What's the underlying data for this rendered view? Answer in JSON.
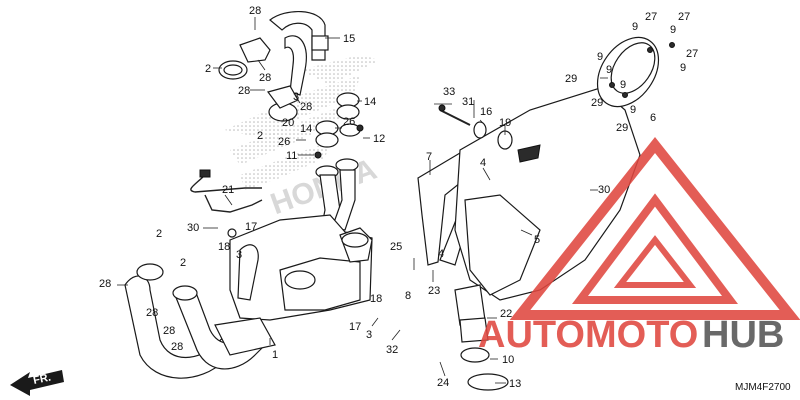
{
  "diagram": {
    "reference_code": "MJM4F2700",
    "front_indicator": "FR.",
    "brand_watermark": "HONDA",
    "watermark": {
      "prefix": "AUTO",
      "middle": "MOTO",
      "suffix": "HUB",
      "color_prefix": "#e0473f",
      "color_middle": "#e0473f",
      "color_suffix": "#555555"
    },
    "callouts": [
      {
        "id": "c28a",
        "label": "28"
      },
      {
        "id": "c15",
        "label": "15"
      },
      {
        "id": "c2a",
        "label": "2"
      },
      {
        "id": "c28b",
        "label": "28"
      },
      {
        "id": "c28c",
        "label": "28"
      },
      {
        "id": "c3a",
        "label": "3"
      },
      {
        "id": "c14a",
        "label": "14"
      },
      {
        "id": "c28d",
        "label": "28"
      },
      {
        "id": "c20",
        "label": "20"
      },
      {
        "id": "c14b",
        "label": "14"
      },
      {
        "id": "c26a",
        "label": "26"
      },
      {
        "id": "c2b",
        "label": "2"
      },
      {
        "id": "c12",
        "label": "12"
      },
      {
        "id": "c26b",
        "label": "26"
      },
      {
        "id": "c11",
        "label": "11"
      },
      {
        "id": "c33",
        "label": "33"
      },
      {
        "id": "c31",
        "label": "31"
      },
      {
        "id": "c16",
        "label": "16"
      },
      {
        "id": "c19",
        "label": "19"
      },
      {
        "id": "c7",
        "label": "7"
      },
      {
        "id": "c4a",
        "label": "4"
      },
      {
        "id": "c27a",
        "label": "27"
      },
      {
        "id": "c27b",
        "label": "27"
      },
      {
        "id": "c9a",
        "label": "9"
      },
      {
        "id": "c9b",
        "label": "9"
      },
      {
        "id": "c9c",
        "label": "9"
      },
      {
        "id": "c27c",
        "label": "27"
      },
      {
        "id": "c9d",
        "label": "9"
      },
      {
        "id": "c9e",
        "label": "9"
      },
      {
        "id": "c29a",
        "label": "29"
      },
      {
        "id": "c9f",
        "label": "9"
      },
      {
        "id": "c9g",
        "label": "9"
      },
      {
        "id": "c6",
        "label": "6"
      },
      {
        "id": "c29b",
        "label": "29"
      },
      {
        "id": "c29c",
        "label": "29"
      },
      {
        "id": "c30a",
        "label": "30"
      },
      {
        "id": "c21",
        "label": "21"
      },
      {
        "id": "c30b",
        "label": "30"
      },
      {
        "id": "c17a",
        "label": "17"
      },
      {
        "id": "c18a",
        "label": "18"
      },
      {
        "id": "c3b",
        "label": "3"
      },
      {
        "id": "c5",
        "label": "5"
      },
      {
        "id": "c2c",
        "label": "2"
      },
      {
        "id": "c2d",
        "label": "2"
      },
      {
        "id": "c4b",
        "label": "4"
      },
      {
        "id": "c25",
        "label": "25"
      },
      {
        "id": "c8",
        "label": "8"
      },
      {
        "id": "c23",
        "label": "23"
      },
      {
        "id": "c28e",
        "label": "28"
      },
      {
        "id": "c28f",
        "label": "28"
      },
      {
        "id": "c28g",
        "label": "28"
      },
      {
        "id": "c28h",
        "label": "28"
      },
      {
        "id": "c18b",
        "label": "18"
      },
      {
        "id": "c17b",
        "label": "17"
      },
      {
        "id": "c3c",
        "label": "3"
      },
      {
        "id": "c22",
        "label": "22"
      },
      {
        "id": "c1",
        "label": "1"
      },
      {
        "id": "c32",
        "label": "32"
      },
      {
        "id": "c10",
        "label": "10"
      },
      {
        "id": "c24",
        "label": "24"
      },
      {
        "id": "c13",
        "label": "13"
      }
    ]
  }
}
